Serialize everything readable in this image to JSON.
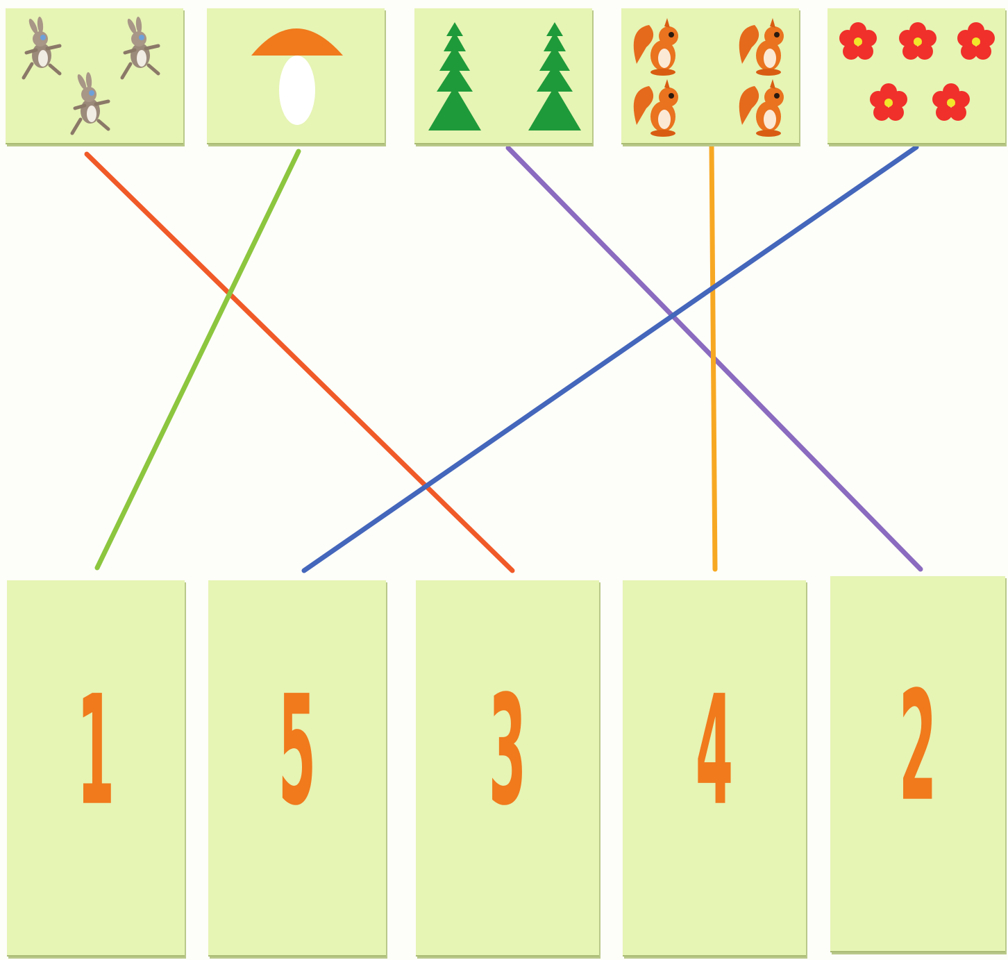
{
  "pictures": [
    {
      "id": "hares",
      "icon": "hare-icon",
      "count": 3
    },
    {
      "id": "mushroom",
      "icon": "mushroom-icon",
      "count": 1
    },
    {
      "id": "trees",
      "icon": "fir-tree-icon",
      "count": 2
    },
    {
      "id": "squirrels",
      "icon": "squirrel-icon",
      "count": 4
    },
    {
      "id": "flowers",
      "icon": "flower-icon",
      "count": 5
    }
  ],
  "numbers": [
    "1",
    "5",
    "3",
    "4",
    "2"
  ],
  "connections": [
    {
      "from": "hares",
      "to_number": "3",
      "color": "#f05a28"
    },
    {
      "from": "mushroom",
      "to_number": "1",
      "color": "#8cc63f"
    },
    {
      "from": "trees",
      "to_number": "2",
      "color": "#8a6bbf"
    },
    {
      "from": "squirrels",
      "to_number": "4",
      "color": "#f7a823"
    },
    {
      "from": "flowers",
      "to_number": "5",
      "color": "#4466bb"
    }
  ],
  "colors": {
    "card": "#e6f4b4",
    "numeral": "#f07a1c",
    "tree": "#1f9a3a",
    "mushroom_cap": "#f07a1c",
    "flower_petal": "#f0302a",
    "flower_center": "#f2e62a"
  }
}
